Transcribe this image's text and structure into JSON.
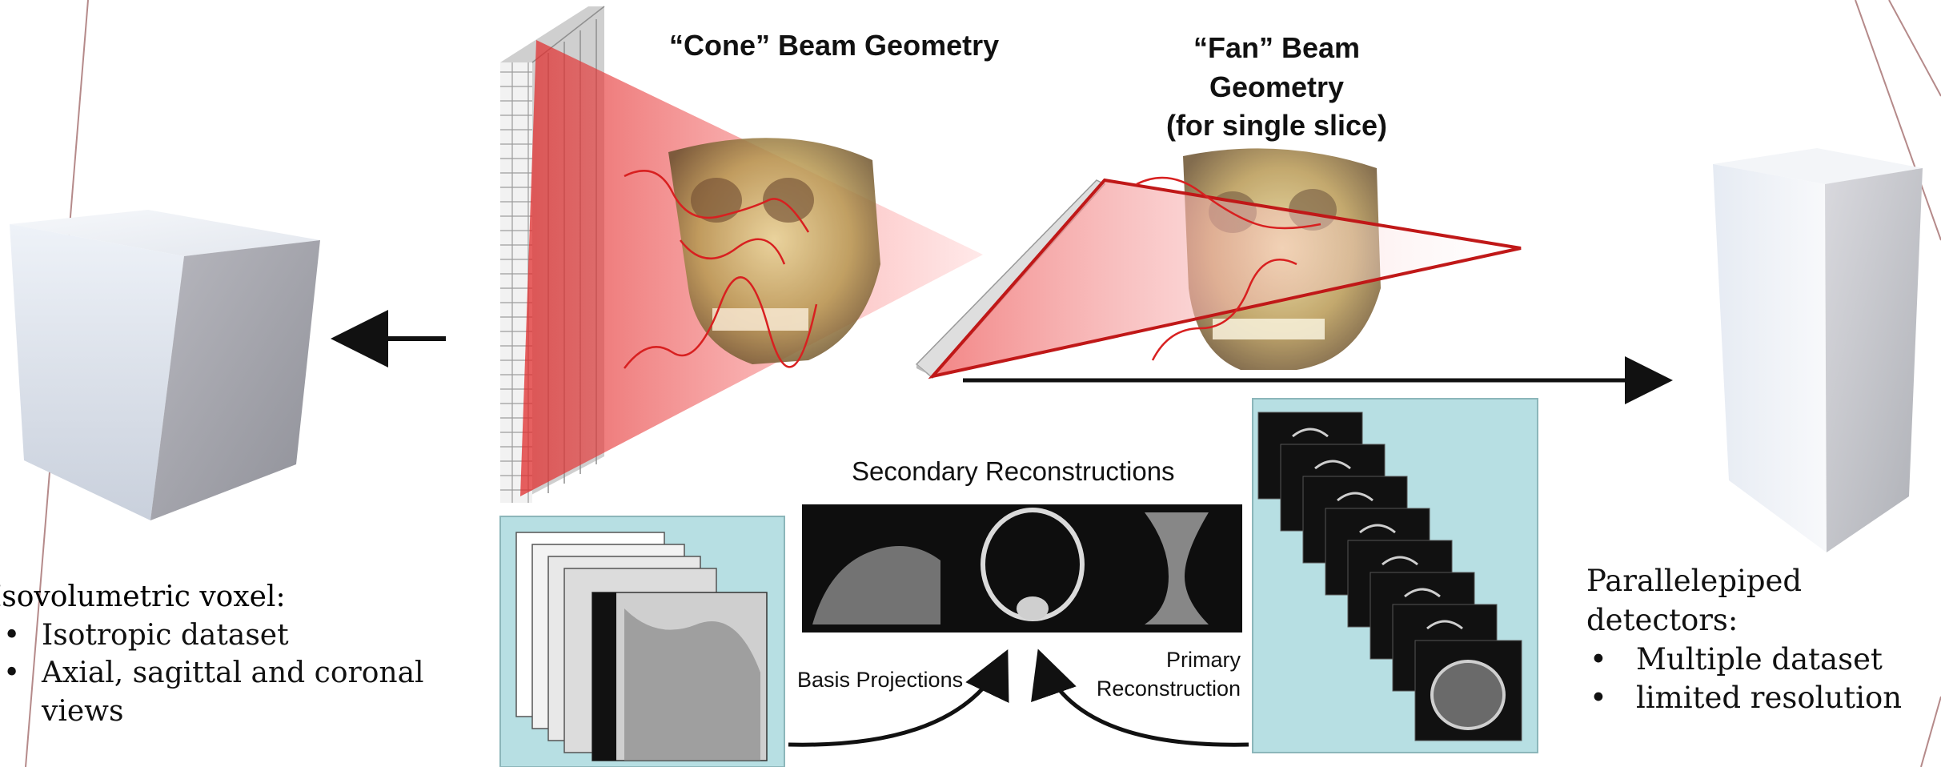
{
  "diagram": {
    "cone_title": "“Cone” Beam Geometry",
    "fan_title_line1": "“Fan” Beam Geometry",
    "fan_title_line2": "(for single slice)",
    "secondary_label": "Secondary Reconstructions",
    "basis_label": "Basis Projections",
    "primary_label_line1": "Primary",
    "primary_label_line2": "Reconstruction"
  },
  "left_panel": {
    "heading": "Isovolumetric voxel:",
    "bullets": [
      "Isotropic dataset",
      "Axial, sagittal and coronal views"
    ]
  },
  "right_panel": {
    "heading": "Parallelepiped detectors:",
    "bullets": [
      "Multiple dataset",
      "limited resolution"
    ]
  },
  "colors": {
    "beam_red": "#e02a2a",
    "panel_bg": "#b7dfe3",
    "cube_light": "#e8edf4",
    "cube_dark": "#9a9aa2",
    "deco_line": "#b58a8a"
  }
}
